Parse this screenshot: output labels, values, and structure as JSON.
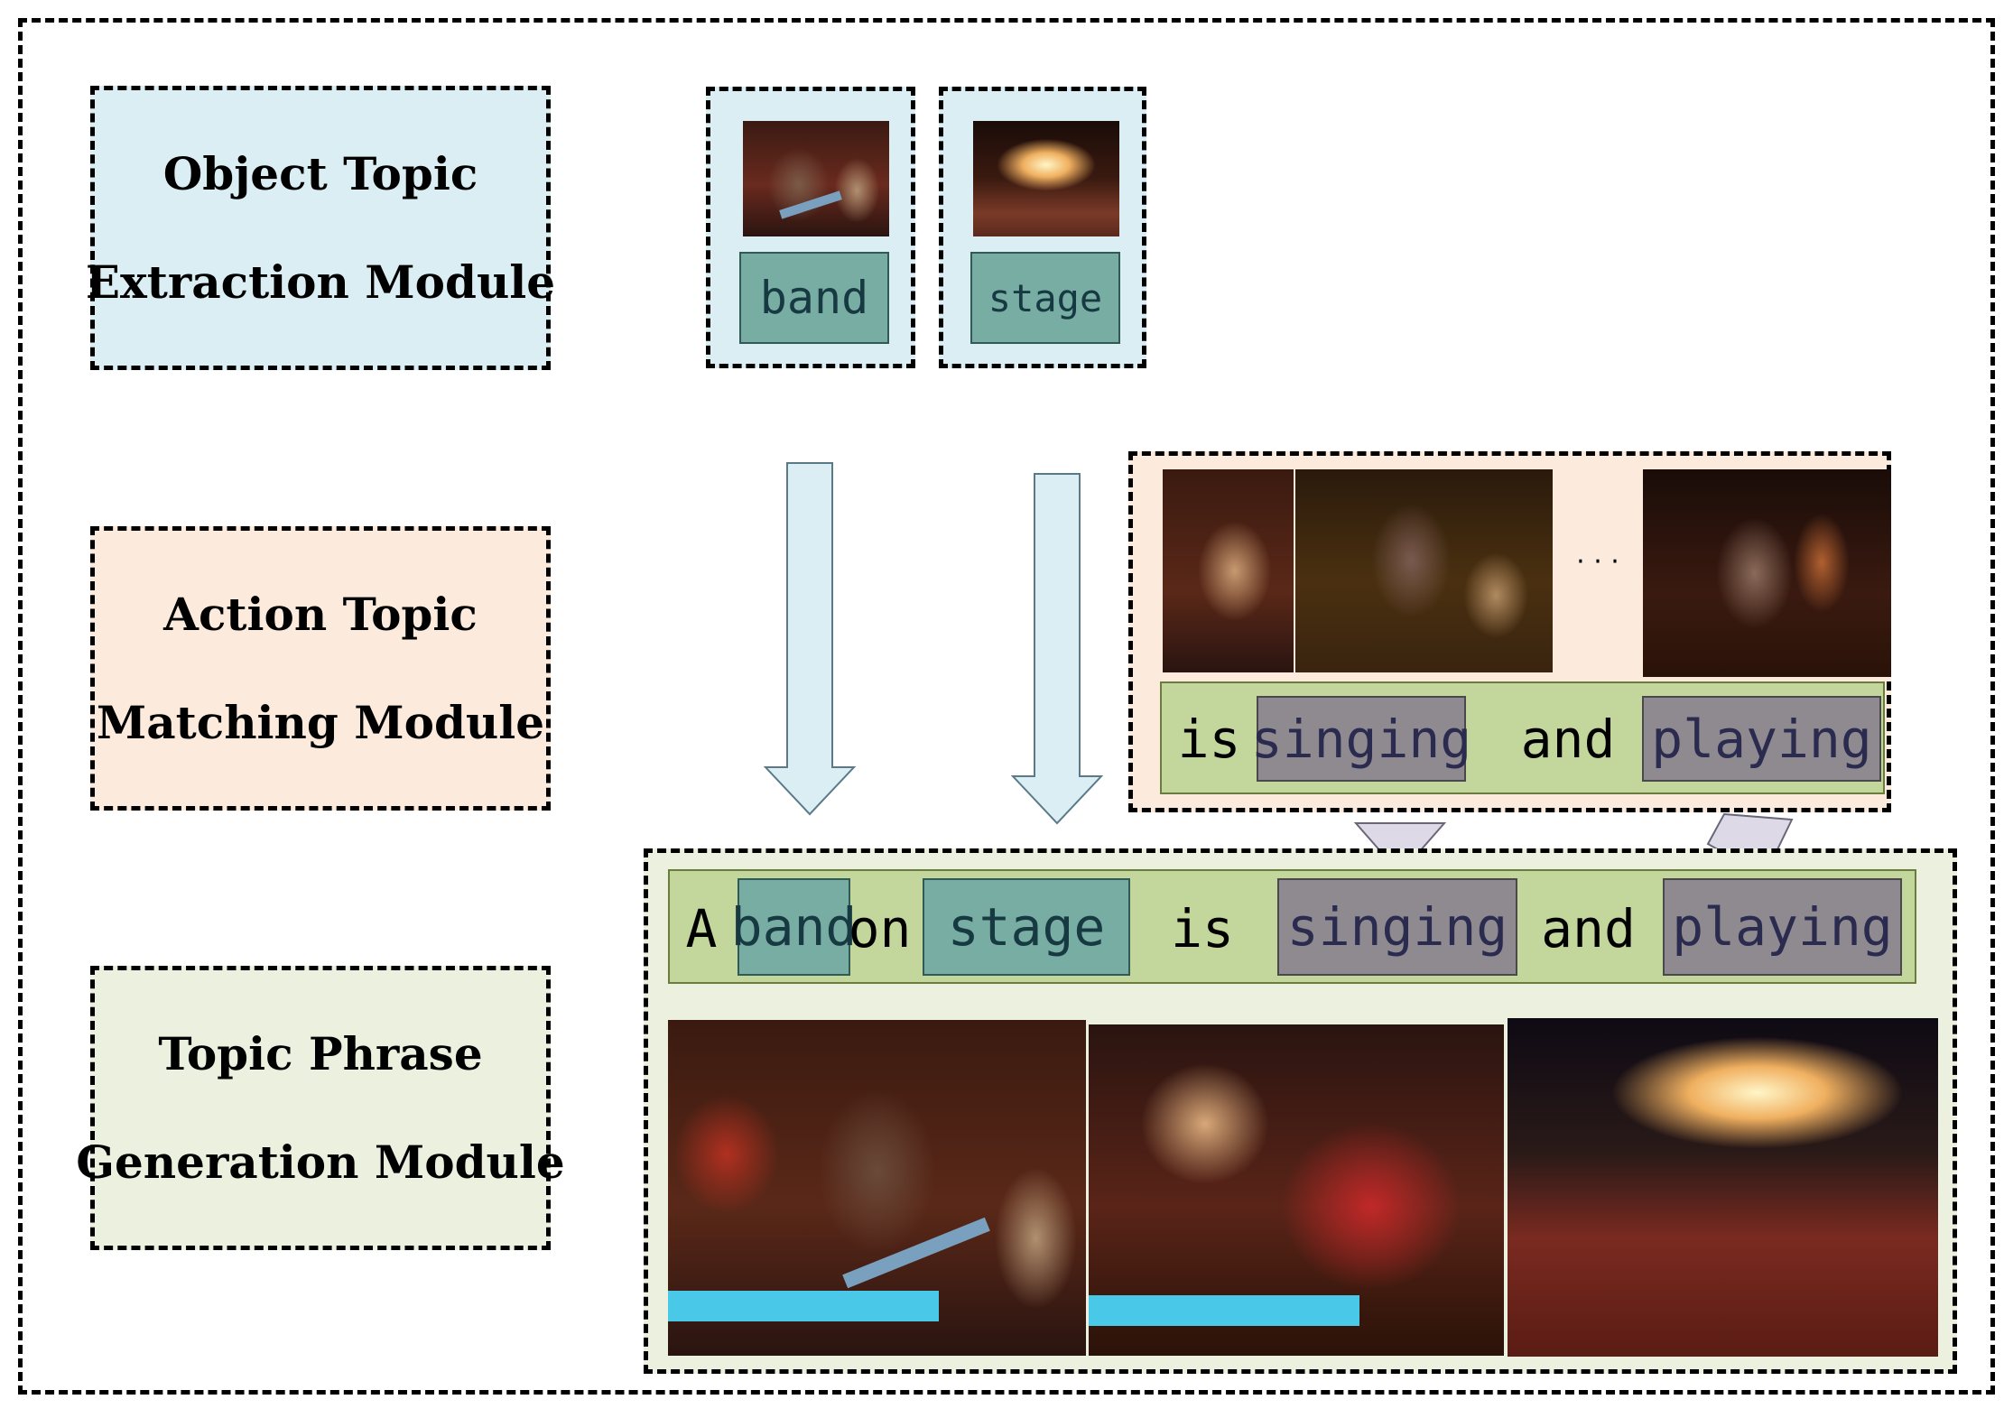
{
  "modules": {
    "object": {
      "line1": "Object Topic",
      "line2": "Extraction Module",
      "fill": "#dbeef3"
    },
    "action": {
      "line1": "Action Topic",
      "line2": "Matching Module",
      "fill": "#fcebdd"
    },
    "generation": {
      "line1": "Topic Phrase",
      "line2": "Generation Module",
      "fill": "#ebf0df"
    }
  },
  "object_topics": [
    "band",
    "stage"
  ],
  "action_panel": {
    "ellipsis": "· · ·",
    "phrase": [
      "is",
      "singing",
      "and",
      "playing"
    ]
  },
  "caption": [
    "A",
    "band",
    "on",
    "stage",
    "is",
    "singing",
    "and",
    "playing"
  ],
  "colors": {
    "object_word": "#78ada3",
    "action_word": "#8f8a90",
    "phrase_bar": "#c3d69b",
    "arrow_fill": "#dbeef3",
    "merge_arrow_fill": "#ddd9e6"
  }
}
